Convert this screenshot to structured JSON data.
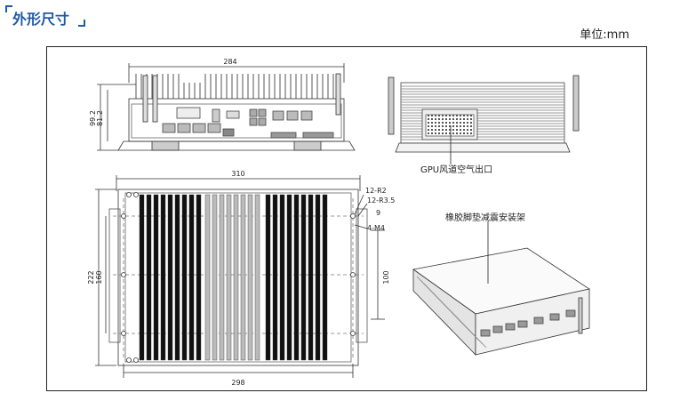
{
  "header": {
    "title": "外形尺寸",
    "unit": "单位:mm"
  },
  "drawing": {
    "front_view": {
      "width_label": "284",
      "height_labels": [
        "99.2",
        "81.2"
      ]
    },
    "top_view": {
      "width_top": "310",
      "width_bottom": "298",
      "height_labels": [
        "222",
        "160"
      ],
      "right_height": "100",
      "hole_labels": [
        "12-R2",
        "12-R3.5",
        "4-M4"
      ],
      "small_dim": "9"
    },
    "callouts": {
      "gpu_airflow": "GPU风道空气出口",
      "rubber_mount": "橡胶脚垫减震安装架"
    }
  }
}
